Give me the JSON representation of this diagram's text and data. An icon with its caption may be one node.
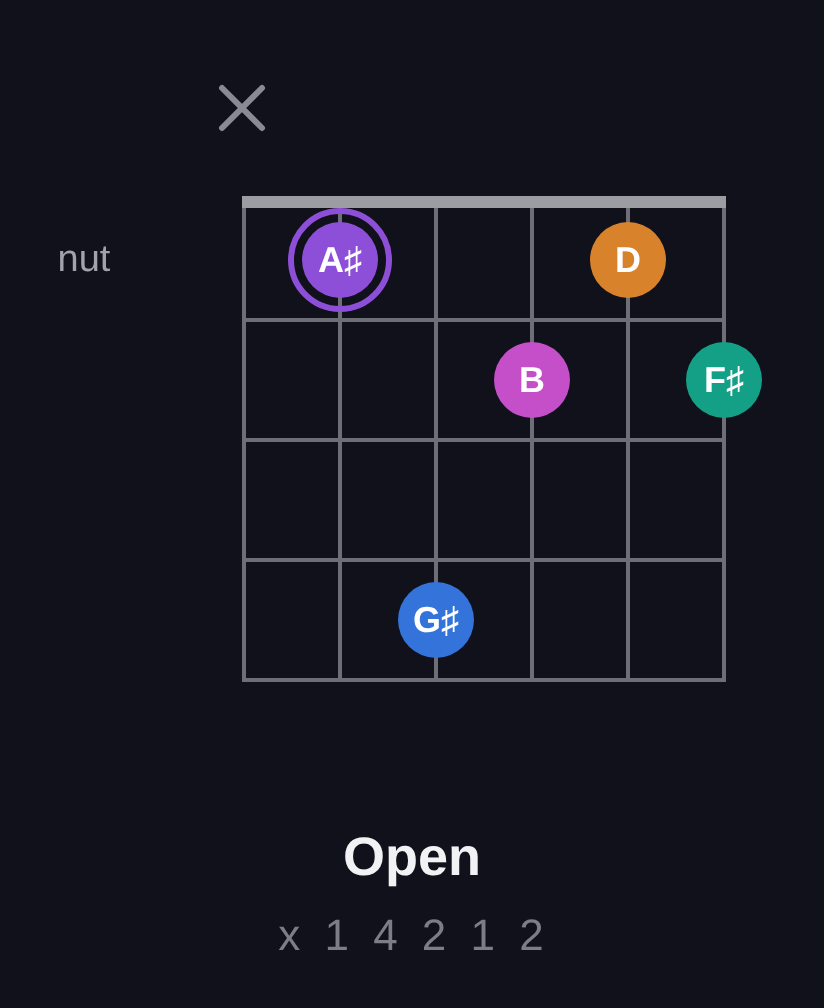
{
  "diagram": {
    "title": "Open",
    "nodes": [
      {
        "text": [
          "A♯"
        ]
      },
      {
        "text": [
          "D"
        ]
      },
      {
        "text": [
          "B"
        ]
      },
      {
        "text": [
          "F♯"
        ]
      },
      {
        "text": [
          "G♯"
        ]
      }
    ],
    "labels": [
      "nut",
      "x 1 4 2 1 2"
    ]
  }
}
